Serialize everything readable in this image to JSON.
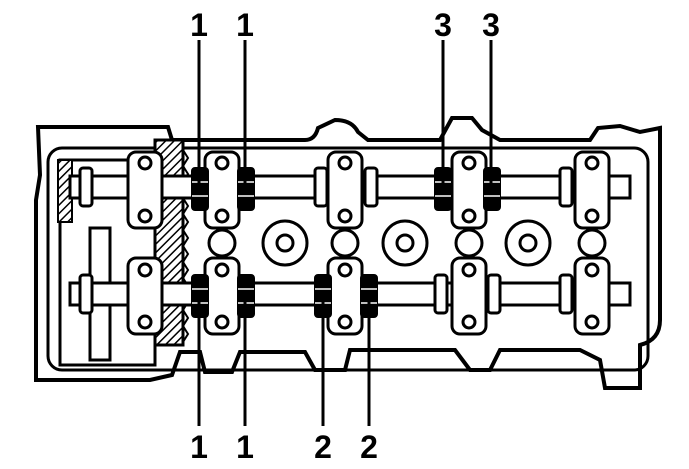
{
  "colors": {
    "ink": "#000000",
    "paper": "#ffffff",
    "highlight_fill": "#000000"
  },
  "callouts": {
    "top_left_a": "1",
    "top_left_b": "1",
    "top_right_a": "3",
    "top_right_b": "3",
    "bottom_left_a": "1",
    "bottom_left_b": "1",
    "bottom_mid_a": "2",
    "bottom_mid_b": "2"
  }
}
